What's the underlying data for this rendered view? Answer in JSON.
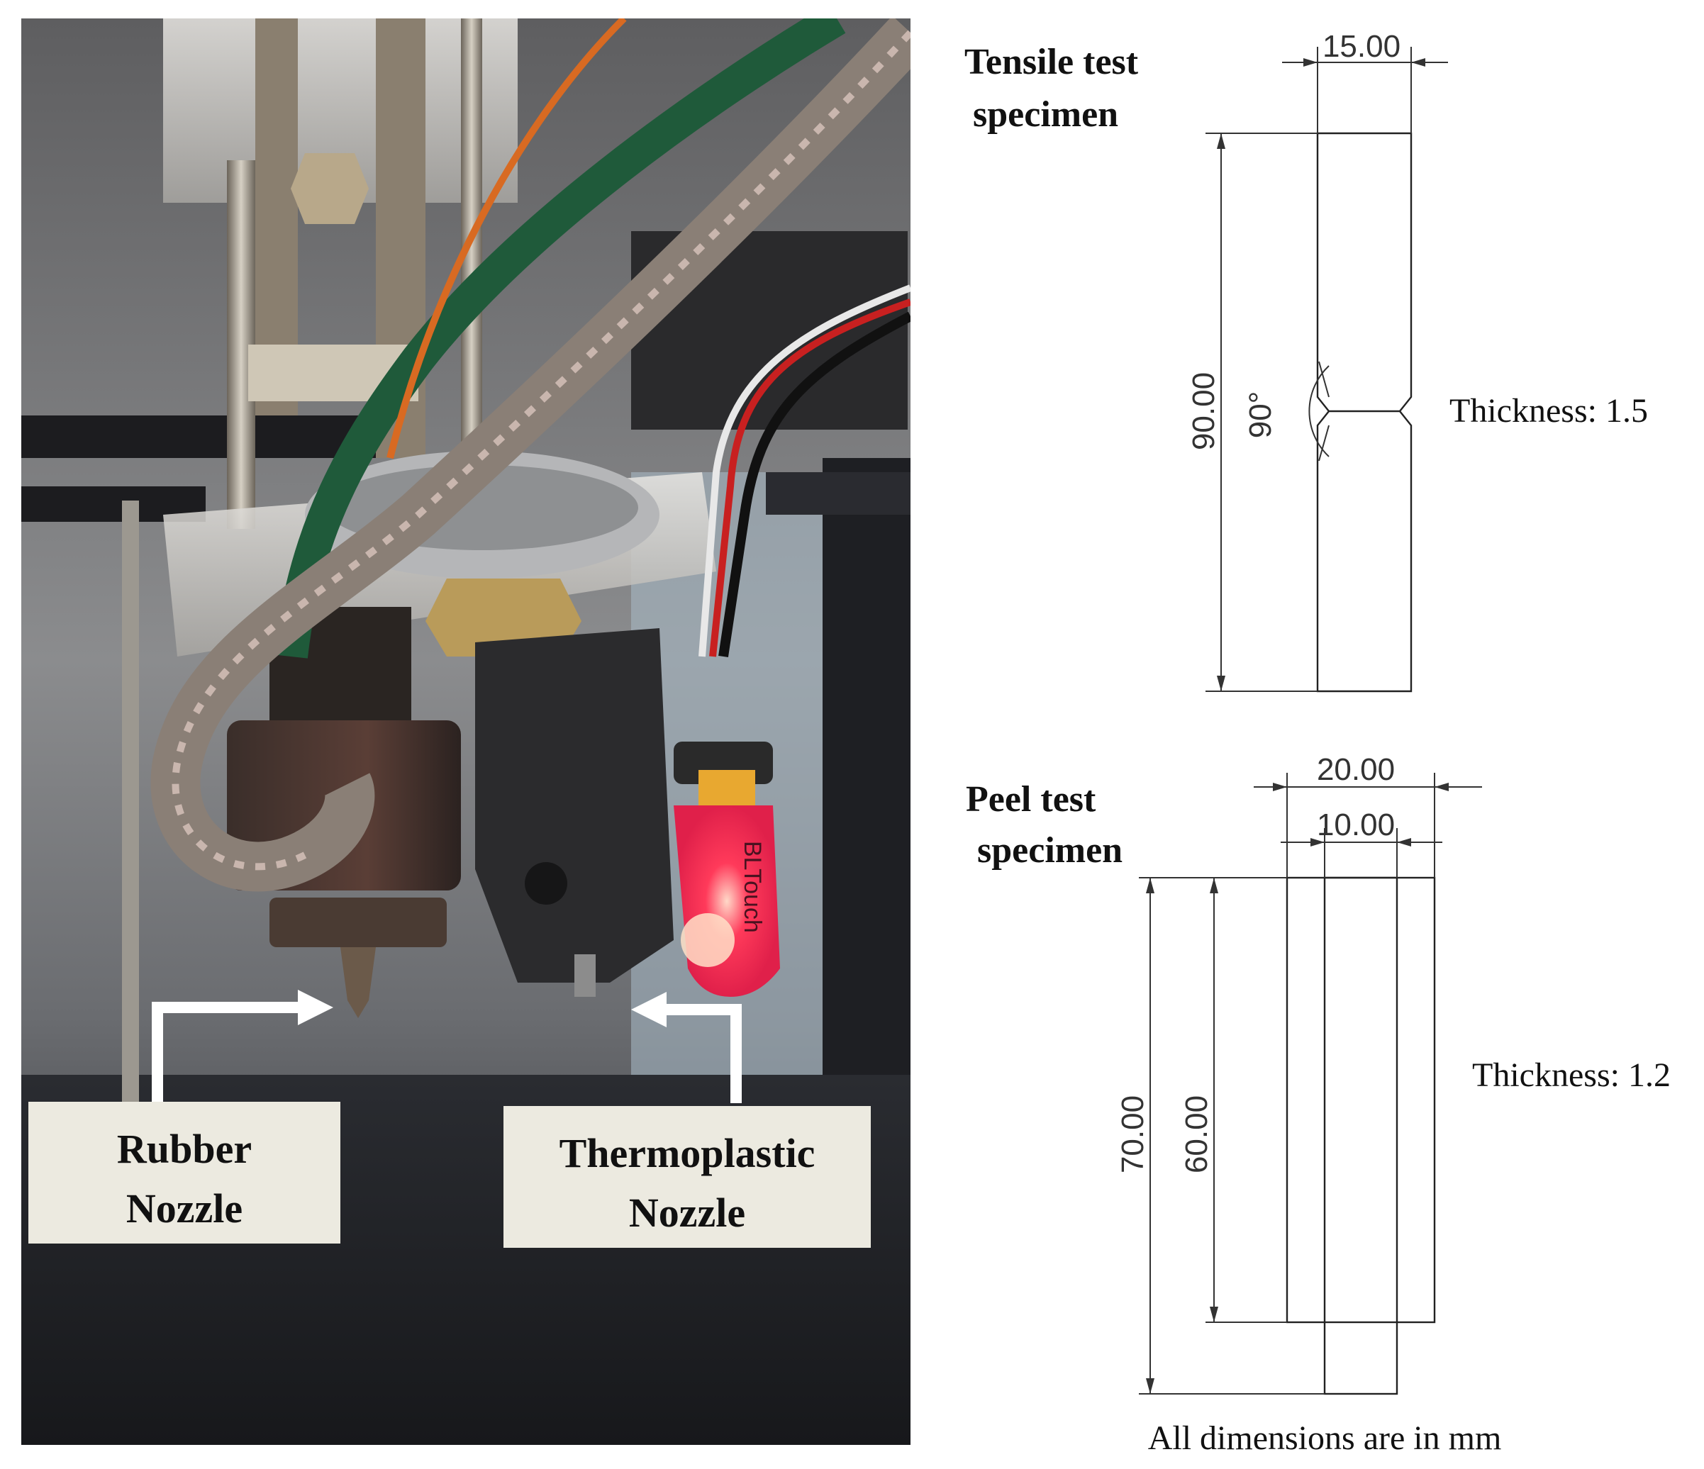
{
  "photo": {
    "labels": {
      "rubber_line1": "Rubber",
      "rubber_line2": "Nozzle",
      "thermo_line1": "Thermoplastic",
      "thermo_line2": "Nozzle"
    },
    "probe_text": "BLTouch"
  },
  "tensile": {
    "title_line1": "Tensile test",
    "title_line2": "specimen",
    "width_dim": "15.00",
    "length_dim": "90.00",
    "angle_dim": "90°",
    "thickness": "Thickness: 1.5"
  },
  "peel": {
    "title_line1": "Peel test",
    "title_line2": "specimen",
    "outer_width_dim": "20.00",
    "inner_width_dim": "10.00",
    "total_length_dim": "70.00",
    "overlap_length_dim": "60.00",
    "thickness": "Thickness: 1.2"
  },
  "footer_note": "All dimensions are in mm"
}
